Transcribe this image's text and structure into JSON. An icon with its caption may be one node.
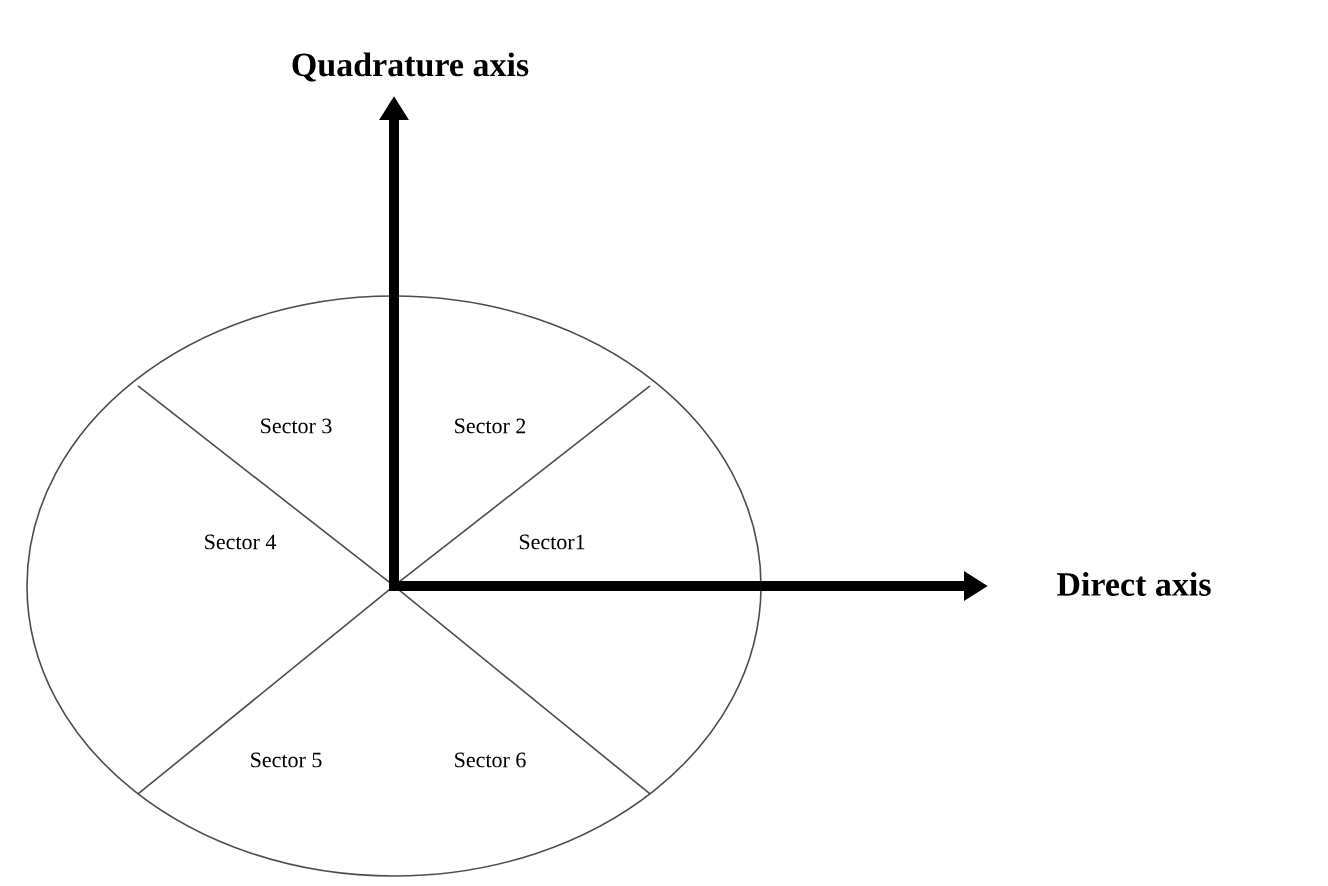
{
  "diagram": {
    "nodes": [
      {
        "text": [
          "Sector 3",
          "Sector 2",
          "Sector 4",
          "Sector1",
          "Sector 5",
          "Sector 6"
        ]
      }
    ],
    "labels": [
      "Quadrature axis",
      "Direct axis"
    ]
  }
}
